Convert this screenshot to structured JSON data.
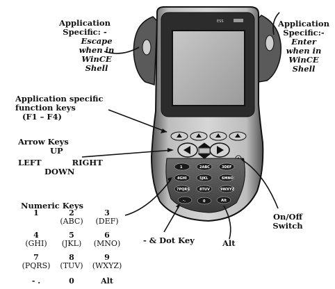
{
  "labels": {
    "escape_line1": "Application",
    "escape_line2": "Specific: -",
    "escape_line3": "Escape",
    "escape_line4": "when in",
    "escape_line5": "WinCE",
    "escape_line6": "Shell",
    "enter_line1": "Application",
    "enter_line2": "Specific:-",
    "enter_line3": "Enter",
    "enter_line4": "when in",
    "enter_line5": "WinCE",
    "enter_line6": "Shell",
    "fkeys_line1": "Application specific",
    "fkeys_line2": "function keys",
    "fkeys_line3": "(F1 – F4)",
    "arrow_title": "Arrow Keys",
    "arrow_up": "UP",
    "arrow_left": "LEFT",
    "arrow_right": "RIGHT",
    "arrow_down": "DOWN",
    "numeric_title": "Numeric Keys",
    "dot_key": "- & Dot Key",
    "alt": "Alt",
    "onoff_line1": "On/Off",
    "onoff_line2": "Switch"
  },
  "numeric_keys": [
    {
      "num": "1",
      "letters": ""
    },
    {
      "num": "2",
      "letters": "(ABC)"
    },
    {
      "num": "3",
      "letters": "(DEF)"
    },
    {
      "num": "4",
      "letters": "(GHI)"
    },
    {
      "num": "5",
      "letters": "(JKL)"
    },
    {
      "num": "6",
      "letters": "(MNO)"
    },
    {
      "num": "7",
      "letters": "(PQRS)"
    },
    {
      "num": "8",
      "letters": "(TUV)"
    },
    {
      "num": "9",
      "letters": "(WXYZ)"
    },
    {
      "num": "- .",
      "letters": ""
    },
    {
      "num": "0",
      "letters": ""
    },
    {
      "num": "Alt",
      "letters": ""
    }
  ],
  "device": {
    "top_text": "ESS",
    "keypad_text": [
      "1",
      "2ABC",
      "3DEF",
      "4GHI",
      "5JKL",
      "6MNO",
      "7PQRS",
      "8TUV",
      "9WXYZ",
      "-.",
      "0",
      "Alt"
    ]
  }
}
